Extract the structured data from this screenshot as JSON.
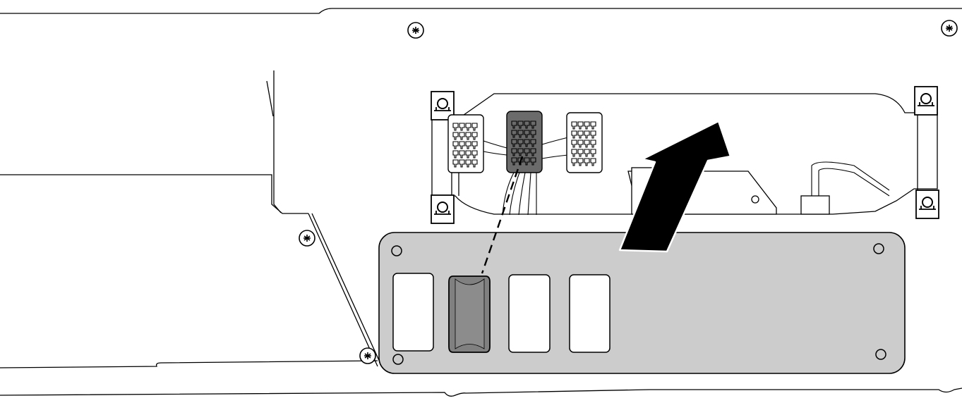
{
  "diagram": {
    "colors": {
      "line": "#000000",
      "background": "#ffffff",
      "panel_fill": "#cccccc",
      "highlight_switch": "#808080",
      "highlight_connector": "#6b6b6b",
      "arrow_fill": "#000000"
    },
    "icons": [
      "screw-icon",
      "clip-icon",
      "connector-icon",
      "rocker-switch-icon",
      "direction-arrow-icon"
    ],
    "connectors": {
      "count": 3,
      "highlighted_index": 1,
      "terminal_rows": 5,
      "terminal_columns": 2
    },
    "switch_panel": {
      "slot_count": 4,
      "installed_switch_slot": 1
    }
  }
}
